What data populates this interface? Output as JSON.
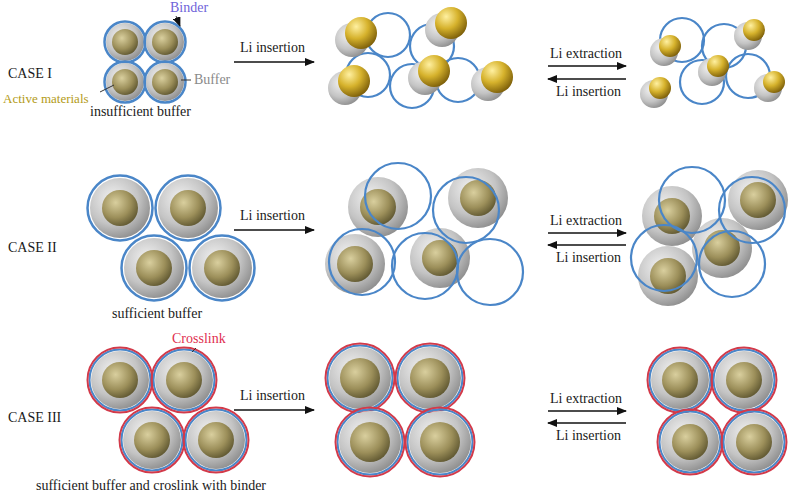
{
  "diagram": {
    "labels": [
      "Binder",
      "CASE I",
      "Buffer",
      "Active materials",
      "insufficient buffer",
      "Li insertion",
      "Li extraction",
      "Li insertion",
      "CASE II",
      "Li insertion",
      "Li extraction",
      "Li insertion",
      "sufficient buffer",
      "Crosslink",
      "CASE III",
      "Li insertion",
      "Li extraction",
      "Li insertion",
      "sufficient buffer and croslink with binder"
    ]
  }
}
